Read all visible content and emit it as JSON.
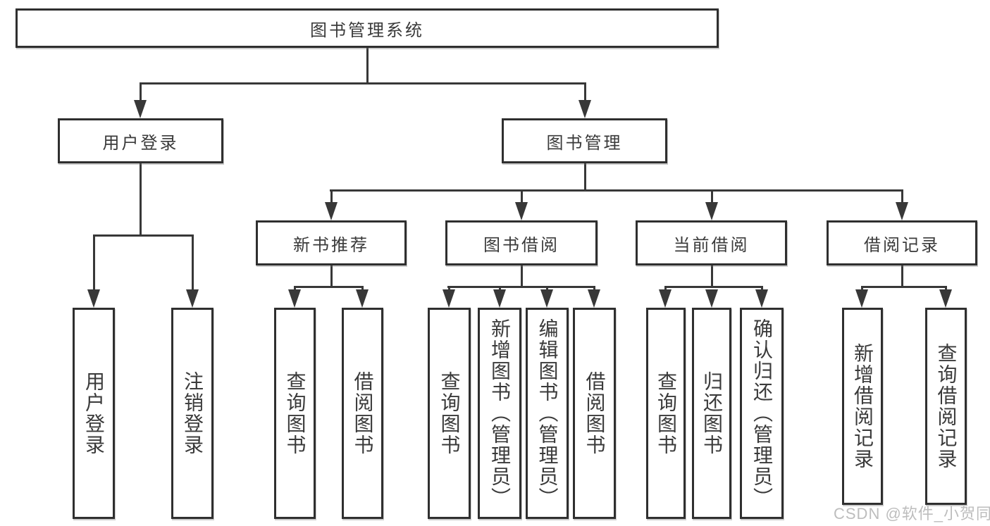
{
  "diagram": {
    "root": "图书管理系统",
    "level2": [
      "用户登录",
      "图书管理"
    ],
    "level3": [
      "新书推荐",
      "图书借阅",
      "当前借阅",
      "借阅记录"
    ],
    "leaves": {
      "login": [
        "用户登录",
        "注销登录"
      ],
      "recommend": [
        "查询图书",
        "借阅图书"
      ],
      "borrow": [
        "查询图书",
        "新增图书（管理员）",
        "编辑图书（管理员）",
        "借阅图书"
      ],
      "current": [
        "查询图书",
        "归还图书",
        "确认归还（管理员）"
      ],
      "records": [
        "新增借阅记录",
        "查询借阅记录"
      ]
    }
  },
  "watermark": "CSDN @软件_小贺同学",
  "colors": {
    "line": "#383838",
    "box_border": "#2f2f2f",
    "text": "#3a3a3a",
    "watermark": "#bdbdbd",
    "background": "#ffffff"
  }
}
